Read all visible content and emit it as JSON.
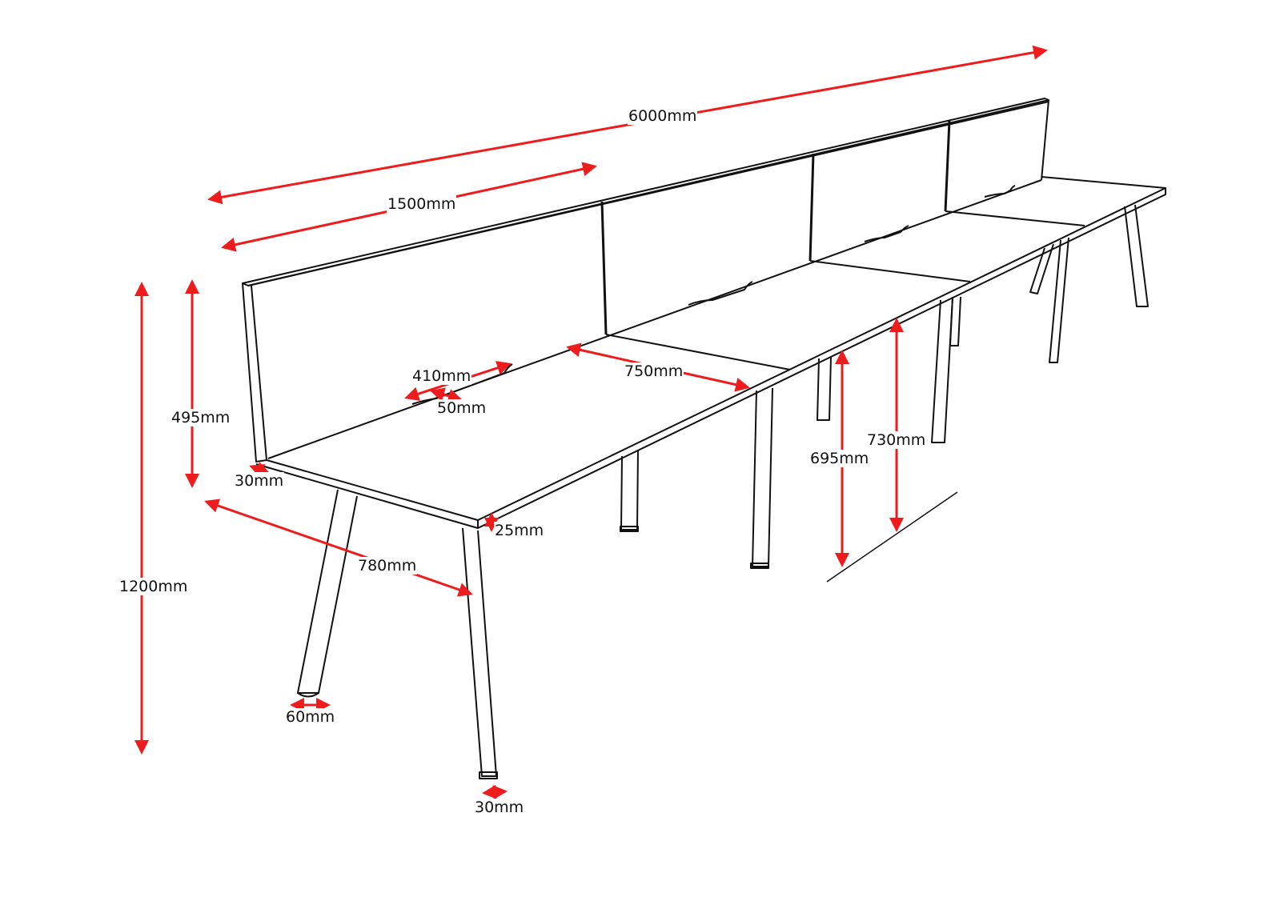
{
  "diagram": {
    "type": "technical-dimension-drawing",
    "subject": "4-person single-sided desk run with screens and A-frame legs",
    "accent_color": "#ee1c1c",
    "line_color": "#111111",
    "dimensions": {
      "overall_length": "6000mm",
      "desk_width": "1500mm",
      "screen_height": "495mm",
      "total_height": "1200mm",
      "screen_thickness": "30mm",
      "depth": "780mm",
      "cable_tray_length": "410mm",
      "cable_tray_width": "50mm",
      "leg_spacing": "750mm",
      "top_thickness": "25mm",
      "clearance_height": "695mm",
      "desk_height": "730mm",
      "foot_width": "60mm",
      "leg_width": "30mm"
    }
  }
}
